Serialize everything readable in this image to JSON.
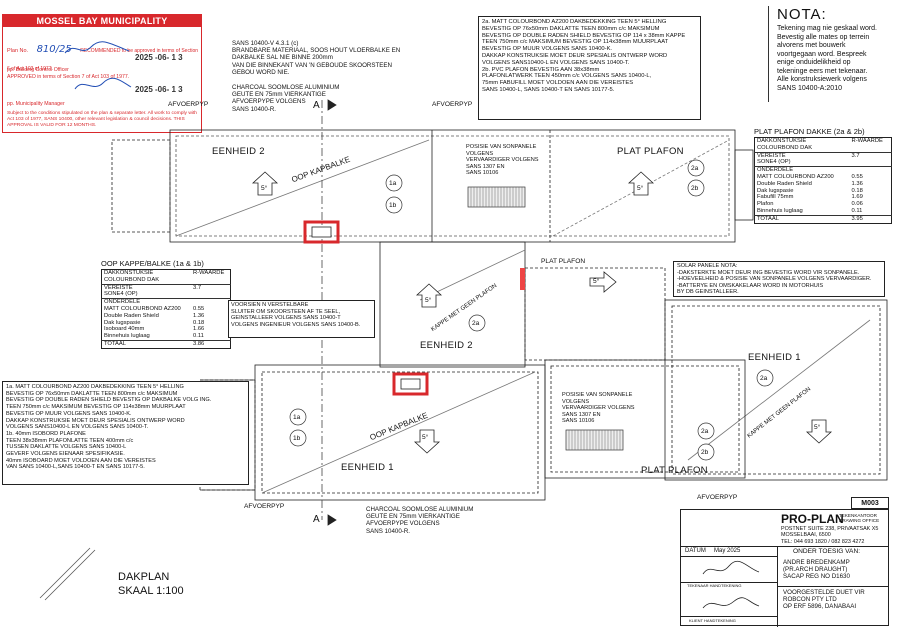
{
  "stamp": {
    "header": "MOSSEL BAY MUNICIPALITY",
    "plan_no_label": "Plan No.",
    "plan_no_value": "810/25",
    "recommended": "RECOMMENDED to be approved in terms of Section 6 of Act 103 of 1977.",
    "date1": "2025 -06- 1 3",
    "bco": "pp. Building Control Officer",
    "approved": "APPROVED in terms of Section 7 of Act 103 of 1977.",
    "date2": "2025 -06- 1 3",
    "pm": "pp. Municipality Manager",
    "conditions": "Subject to the conditions stipulated on the plan & separate letter. All work to comply with Act 103 of 1977, SANS 10400, other relevant legislation & council decisions. THIS APPROVAL IS VALID FOR 12 MONTHS."
  },
  "nota": {
    "title": "NOTA:",
    "body": "Tekening mag nie geskaal word.\nBevestig alle mates op terrein\nalvorens met bouwerk\nvoortgegaan word.  Bespreek\nenige onduidelikheid op\ntekeninge eers met tekenaar.\nAlle konstruksiewerk volgens\nSANS 10400-A:2010"
  },
  "notes": {
    "top_center": "SANS 10400-V 4.3.1 (c)\nBRANDBARE MATERIAAL, SOOS HOUT VLOERBALKE EN\nDAKBALKE SAL NIE BINNE 200mm\nVAN DIE BINNEKANT VAN 'N GEBOUDE SKOORSTEEN\nGEBOU WORD NIE.",
    "charcoal_top": "CHARCOAL SOOMLOSE  ALUMINIUM\nGEUTE EN 75mm  VIERKANTIGE\nAFVOERPYPE  VOLGENS\nSANS 10400-R.",
    "spec_2a": "2a. MATT COLOURBOND AZ200 DAKBEDEKKING TEEN 5° HELLING\n    BEVESTIG OP 76x50mm DAKLATTE TEEN 800mm c/c MAKSIMUM\n    BEVESTIG OP DOUBLE RADEN SHIELD BEVESTIG OP 114 x 38mm KAPPE\n    TEEN 750mm c/c MAKSIMUM BEVESTIG OP 114x38mm MUURPLAAT\n    BEVESTIG OP MUUR VOLGENS SANS 10400-K.\n    DAKKAP KONSTRUKSIE MOET DEUR SPESIALIS ONTWERP WORD\n    VOLGENS SANS10400-L EN VOLGENS SANS 10400-T.\n2b. PVC PLAFON BEVESTIG AAN 38x38mm\n    PLAFONLATWERK TEEN 450mm c/c VOLGENS SANS 10400-L,\n    75mm FABUFILL MOET VOLDOEN AAN DIE VEREISTES\n    SANS 10400-L, SANS 10400-T EN SANS 10177-5.",
    "spec_1a": "1a. MATT COLOURBOND AZ200 DAKBEDEKKING TEEN 5° HELLING\n  BEVESTIG OP 76x50mm DAKLATTE TEEN 800mm c/c MAKSIMUM\n  BEVESTIG OP DOUBLE RADEN SHIELD BEVESTIG OP DAKBALKE VOLG ING.\n  TEEN 750mm c/c MAKSIMUM BEVESTIG OP 114x38mm MUURPLAAT\n  BEVESTIG OP MUUR VOLGENS SANS 10400-K.\n  DAKKAP KONSTRUKSIE MOET DEUR SPESIALIS ONTWERP WORD\n  VOLGENS SANS10400-L EN VOLGENS SANS 10400-T.\n1b. 40mm ISOBORD PLAFONE\n  TEEN 38x38mm PLAFONLATTE TEEN 400mm c/c\n  TUSSEN DAKLATTE VOLGENS SANS 10400-L\n  GEVERF VOLGENS EIENAAR SPESIFIKASIE.\n  40mm ISOBOARD MOET VOLDOEN AAN DIE VEREISTES\n  VAN SANS 10400-L,SANS 10400-T EN SANS 10177-5.",
    "voorsien": "VOORSIEN N VERSTELBARE\nSLUITER OM SKOORSTEEN AF TE SEEL,\nGEINSTALLEER VOLGENS SANS 10400-T\nVOLGENS INGENIEUR VOLGENS SANS 10400-B.",
    "solar": "SOLAR PANELE NOTA:\n-DAKSTERKTE MOET DEUR ING BEVESTIG WORD VIR SONPANELE.\n-HOEVEELHEID & POSISIE VAN SONPANELE VOLGENS VERVAARDIGER.\n-BATTERYE EN OMSKAKELAAR WORD IN MOTORHUIS\n  BY DB GEINSTALLEER.",
    "charcoal_bottom": "CHARCOAL SOOMLOSE  ALUMINIUM\nGEUTE EN 75mm  VIERKANTIGE\nAFVOERPYPE  VOLGENS\nSANS 10400-R.",
    "solar_pos": "POSISIE VAN SONPANELE\nVOLGENS\nVERVAARDIGER VOLGENS\nSANS 1307 EN\nSANS 10106"
  },
  "labels": {
    "eenheid2_top": "EENHEID 2",
    "eenheid2_mid": "EENHEID 2",
    "eenheid1_bottom": "EENHEID 1",
    "eenheid1_right": "EENHEID 1",
    "oop_kapbalke": "OOP KAPBALKE",
    "plat_plafon": "PLAT PLAFON",
    "kappe_met_geen_plafon": "KAPPE MET GEEN PLAFON",
    "afvoerpyp": "AFVOERPYP",
    "slope": "5°",
    "section_a": "A",
    "tag_1a": "1a",
    "tag_1b": "1b",
    "tag_2a": "2a",
    "tag_2b": "2b"
  },
  "rtable_plat": {
    "title": "PLAT PLAFON DAKKE (2a & 2b)",
    "h1": "DAKKONSTUKSIE\nCOLOURBOND DAK",
    "h2": "R-WAARDE",
    "req_label": "VEREISTE\nSONE4 (OP)",
    "req_value": "3.7",
    "sub": "ONDERDELE",
    "rows": [
      {
        "k": "MATT COLOURBOND AZ200",
        "v": "0.55"
      },
      {
        "k": "Double Raden Shield",
        "v": "1.36"
      },
      {
        "k": "Dak lugspasie",
        "v": "0.18"
      },
      {
        "k": "Fabufill 75mm",
        "v": "1.69"
      },
      {
        "k": "Plafon",
        "v": "0.06"
      },
      {
        "k": "Binnehuis luglaag",
        "v": "0.11"
      }
    ],
    "total_label": "TOTAAL",
    "total_value": "3.95"
  },
  "rtable_oop": {
    "title": "OOP KAPPE/BALKE (1a & 1b)",
    "h1": "DAKKONSTUKSIE\nCOLOURBOND DAK",
    "h2": "R-WAARDE",
    "req_label": "VEREISTE\nSONE4 (OP)",
    "req_value": "3.7",
    "sub": "ONDERDELE",
    "rows": [
      {
        "k": "MATT COLOURBOND AZ200",
        "v": "0.55"
      },
      {
        "k": "Double Raden Shield",
        "v": "1.36"
      },
      {
        "k": "Dak lugspasie",
        "v": "0.18"
      },
      {
        "k": "Isoboard 40mm",
        "v": "1.66"
      },
      {
        "k": "Binnehuis luglaag",
        "v": "0.11"
      }
    ],
    "total_label": "TOTAAL",
    "total_value": "3.86"
  },
  "plan_title": {
    "line1": "DAKPLAN",
    "line2": "SKAAL 1:100"
  },
  "title_block": {
    "sheet_no": "M003",
    "firm": "PRO-PLAN",
    "firm_sub": "TEKENKANTOOR\nDRAWING OFFICE",
    "address": "POSTNET SUITE 238, PRIVAATSAK X5\nMOSSELBAAI, 6500\nTEL: 044 693 1820 / 082 823 4272",
    "datum_label": "DATUM",
    "datum_value": "May 2025",
    "onder_toesig": "ONDER TOESIG VAN:",
    "supervisor": "ANDRE BREDENKAMP\n(PR.ARCH DRAUGHT)\nSACAP REG NO D1630",
    "tekenaar": "TEKENAAR HANDTEKENING",
    "voorgestelde": "VOORGESTELDE DUET VIR\nROBCON PTY LTD\nOP ERF 5896, DANABAAI",
    "kliënt": "KLIENT HANDTEKENING"
  }
}
